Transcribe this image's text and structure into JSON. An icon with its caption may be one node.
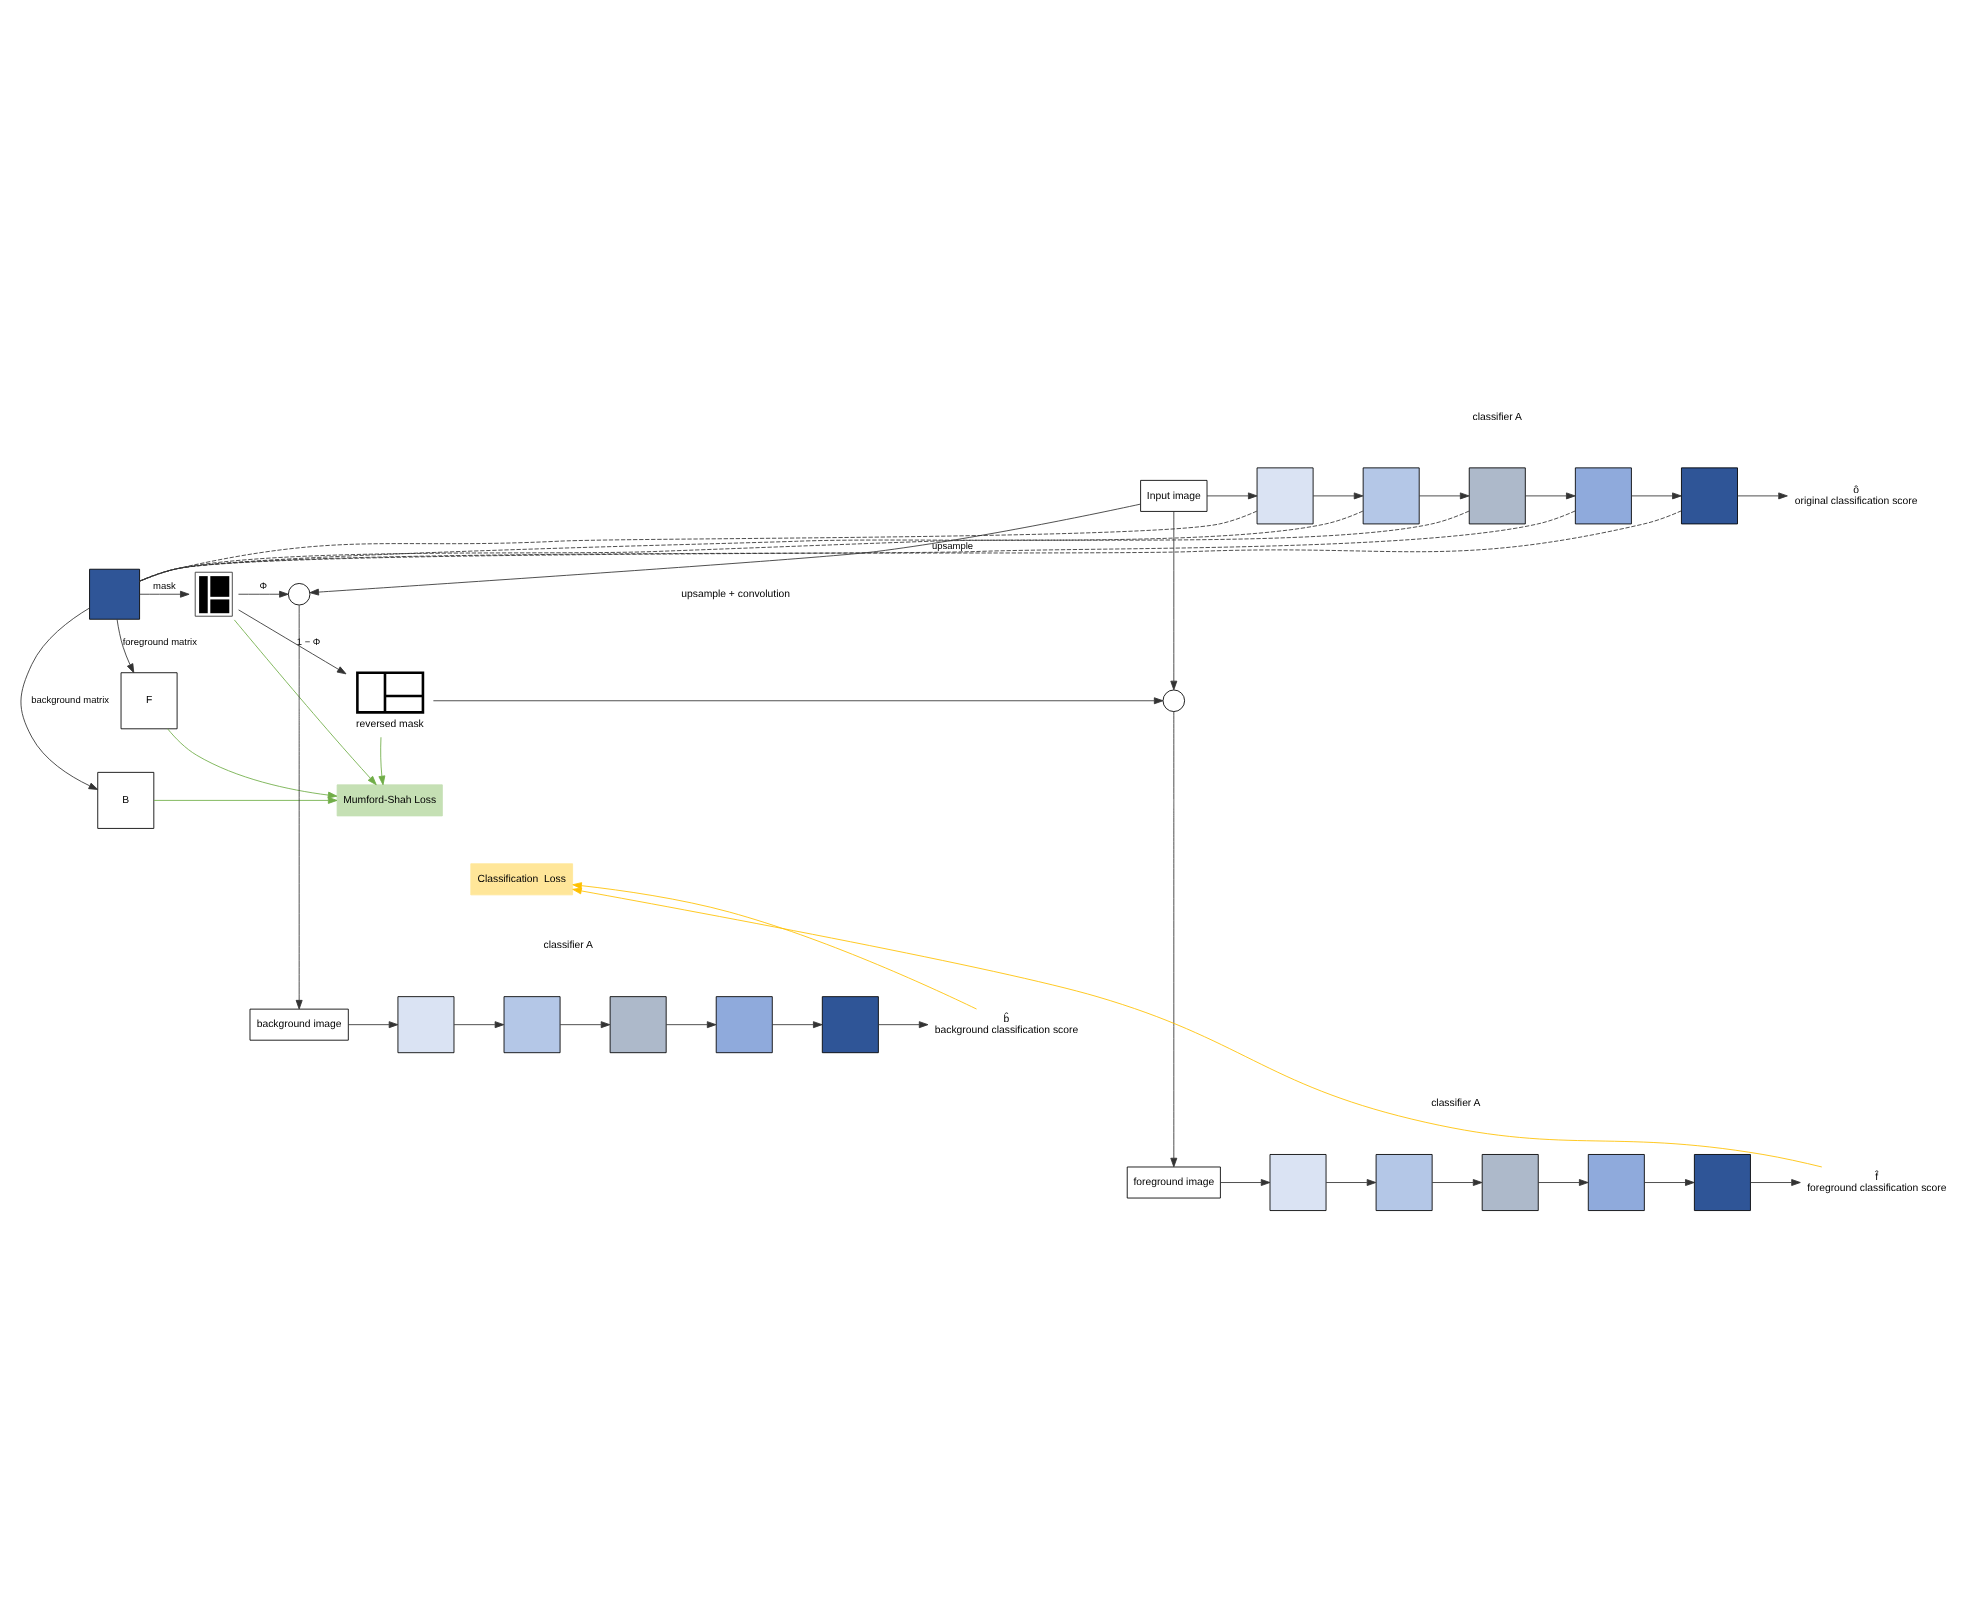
{
  "diagram": {
    "nodes": [
      {
        "text": [
          "Input image"
        ]
      },
      {
        "text": [],
        "shape": "box"
      },
      {
        "text": [],
        "shape": "box"
      },
      {
        "text": [],
        "shape": "box"
      },
      {
        "text": [],
        "shape": "box"
      },
      {
        "text": [],
        "shape": "box"
      },
      {
        "text": [
          "ô",
          "original classification score"
        ]
      },
      {
        "text": [],
        "shape": "box"
      },
      {
        "text": [],
        "shape": "picture"
      },
      {
        "text": [
          "F"
        ]
      },
      {
        "text": [
          "B"
        ]
      },
      {
        "text": [],
        "shape": "picture",
        "beside": [
          "reversed mask"
        ]
      },
      {
        "text": [],
        "shape": "circle"
      },
      {
        "text": [],
        "shape": "circle"
      },
      {
        "text": [
          "background image"
        ]
      },
      {
        "text": [],
        "shape": "box"
      },
      {
        "text": [],
        "shape": "box"
      },
      {
        "text": [],
        "shape": "box"
      },
      {
        "text": [],
        "shape": "box"
      },
      {
        "text": [],
        "shape": "box"
      },
      {
        "text": [
          "b̂",
          "background classification score"
        ]
      },
      {
        "text": [
          "foreground image"
        ]
      },
      {
        "text": [],
        "shape": "box"
      },
      {
        "text": [],
        "shape": "box"
      },
      {
        "text": [],
        "shape": "box"
      },
      {
        "text": [],
        "shape": "box"
      },
      {
        "text": [],
        "shape": "box"
      },
      {
        "text": [
          "f̂",
          "foreground classification score"
        ]
      },
      {
        "text": [
          "Mumford-Shah Loss"
        ]
      },
      {
        "text": [
          "Classification  Loss"
        ]
      }
    ],
    "edges": [
      {
        "from": 0,
        "to": 1,
        "arrow": "to"
      },
      {
        "from": 1,
        "to": 2,
        "arrow": "to"
      },
      {
        "from": 2,
        "to": 3,
        "arrow": "to"
      },
      {
        "from": 3,
        "to": 4,
        "arrow": "to"
      },
      {
        "from": 4,
        "to": 5,
        "arrow": "to"
      },
      {
        "from": 5,
        "to": 6,
        "arrow": "to"
      },
      {
        "from": 1,
        "to": 7,
        "arrow": "none",
        "style": "dashed"
      },
      {
        "from": 2,
        "to": 7,
        "arrow": "none",
        "style": "dashed"
      },
      {
        "from": 3,
        "to": 7,
        "arrow": "none",
        "style": "dashed",
        "label": "upsample"
      },
      {
        "from": 4,
        "to": 7,
        "arrow": "none",
        "style": "dashed"
      },
      {
        "from": 5,
        "to": 7,
        "arrow": "none",
        "style": "dashed"
      },
      {
        "from": 7,
        "to": 8,
        "arrow": "to",
        "label": "mask"
      },
      {
        "from": 7,
        "to": 9,
        "arrow": "to",
        "label": "foreground matrix"
      },
      {
        "from": 7,
        "to": 10,
        "arrow": "to",
        "label": "background matrix"
      },
      {
        "from": 8,
        "to": 12,
        "arrow": "to",
        "label": "Φ"
      },
      {
        "from": 8,
        "to": 11,
        "arrow": "to",
        "label": "1 − Φ"
      },
      {
        "from": 0,
        "to": 12,
        "arrow": "to"
      },
      {
        "from": 0,
        "to": 13,
        "arrow": "to"
      },
      {
        "from": 11,
        "to": 13,
        "arrow": "to"
      },
      {
        "from": 12,
        "to": 14,
        "arrow": "to"
      },
      {
        "from": 13,
        "to": 21,
        "arrow": "to"
      },
      {
        "from": 14,
        "to": 15,
        "arrow": "to"
      },
      {
        "from": 15,
        "to": 16,
        "arrow": "to"
      },
      {
        "from": 16,
        "to": 17,
        "arrow": "to"
      },
      {
        "from": 17,
        "to": 18,
        "arrow": "to"
      },
      {
        "from": 18,
        "to": 19,
        "arrow": "to"
      },
      {
        "from": 19,
        "to": 20,
        "arrow": "to"
      },
      {
        "from": 21,
        "to": 22,
        "arrow": "to"
      },
      {
        "from": 22,
        "to": 23,
        "arrow": "to"
      },
      {
        "from": 23,
        "to": 24,
        "arrow": "to"
      },
      {
        "from": 24,
        "to": 25,
        "arrow": "to"
      },
      {
        "from": 25,
        "to": 26,
        "arrow": "to"
      },
      {
        "from": 26,
        "to": 27,
        "arrow": "to"
      },
      {
        "from": 8,
        "to": 28,
        "arrow": "to",
        "color": "#70ad47"
      },
      {
        "from": 11,
        "to": 28,
        "arrow": "to",
        "color": "#70ad47"
      },
      {
        "from": 9,
        "to": 28,
        "arrow": "to",
        "color": "#70ad47"
      },
      {
        "from": 10,
        "to": 28,
        "arrow": "to",
        "color": "#70ad47"
      },
      {
        "from": 20,
        "to": 29,
        "arrow": "to",
        "color": "#ffc000"
      },
      {
        "from": 27,
        "to": 29,
        "arrow": "to",
        "color": "#ffc000"
      }
    ],
    "labels": [
      "classifier A",
      "upsample + convolution",
      "classifier A",
      "classifier A"
    ]
  }
}
